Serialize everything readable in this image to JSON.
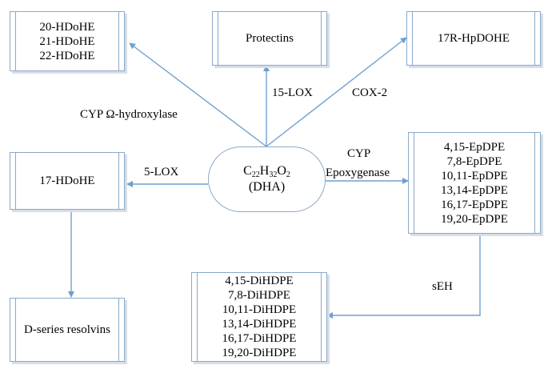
{
  "nodes": {
    "hdohe_group": [
      "20-HDoHE",
      "21-HDoHE",
      "22-HDoHE"
    ],
    "protectins": "Protectins",
    "hpdohe": "17R-HpDOHE",
    "hdohe17": "17-HDoHE",
    "epdpe": [
      "4,15-EpDPE",
      "7,8-EpDPE",
      "10,11-EpDPE",
      "13,14-EpDPE",
      "16,17-EpDPE",
      "19,20-EpDPE"
    ],
    "dihdpe": [
      "4,15-DiHDPE",
      "7,8-DiHDPE",
      "10,11-DiHDPE",
      "13,14-DiHDPE",
      "16,17-DiHDPE",
      "19,20-DiHDPE"
    ],
    "resolvins": "D-series resolvins",
    "dha": {
      "formula_parts": [
        "C",
        "22",
        "H",
        "32",
        "O",
        "2"
      ],
      "name": "(DHA)"
    }
  },
  "edges": {
    "cyp_hydroxylase": "CYP Ω-hydroxylase",
    "lox15": "15-LOX",
    "cox2": "COX-2",
    "lox5": "5-LOX",
    "cyp_epoxygenase_line1": "CYP",
    "cyp_epoxygenase_line2": "Epoxygenase",
    "seh": "sEH"
  },
  "colors": {
    "arrow": "#6e9fd0",
    "box_border": "#8aa9c8"
  }
}
